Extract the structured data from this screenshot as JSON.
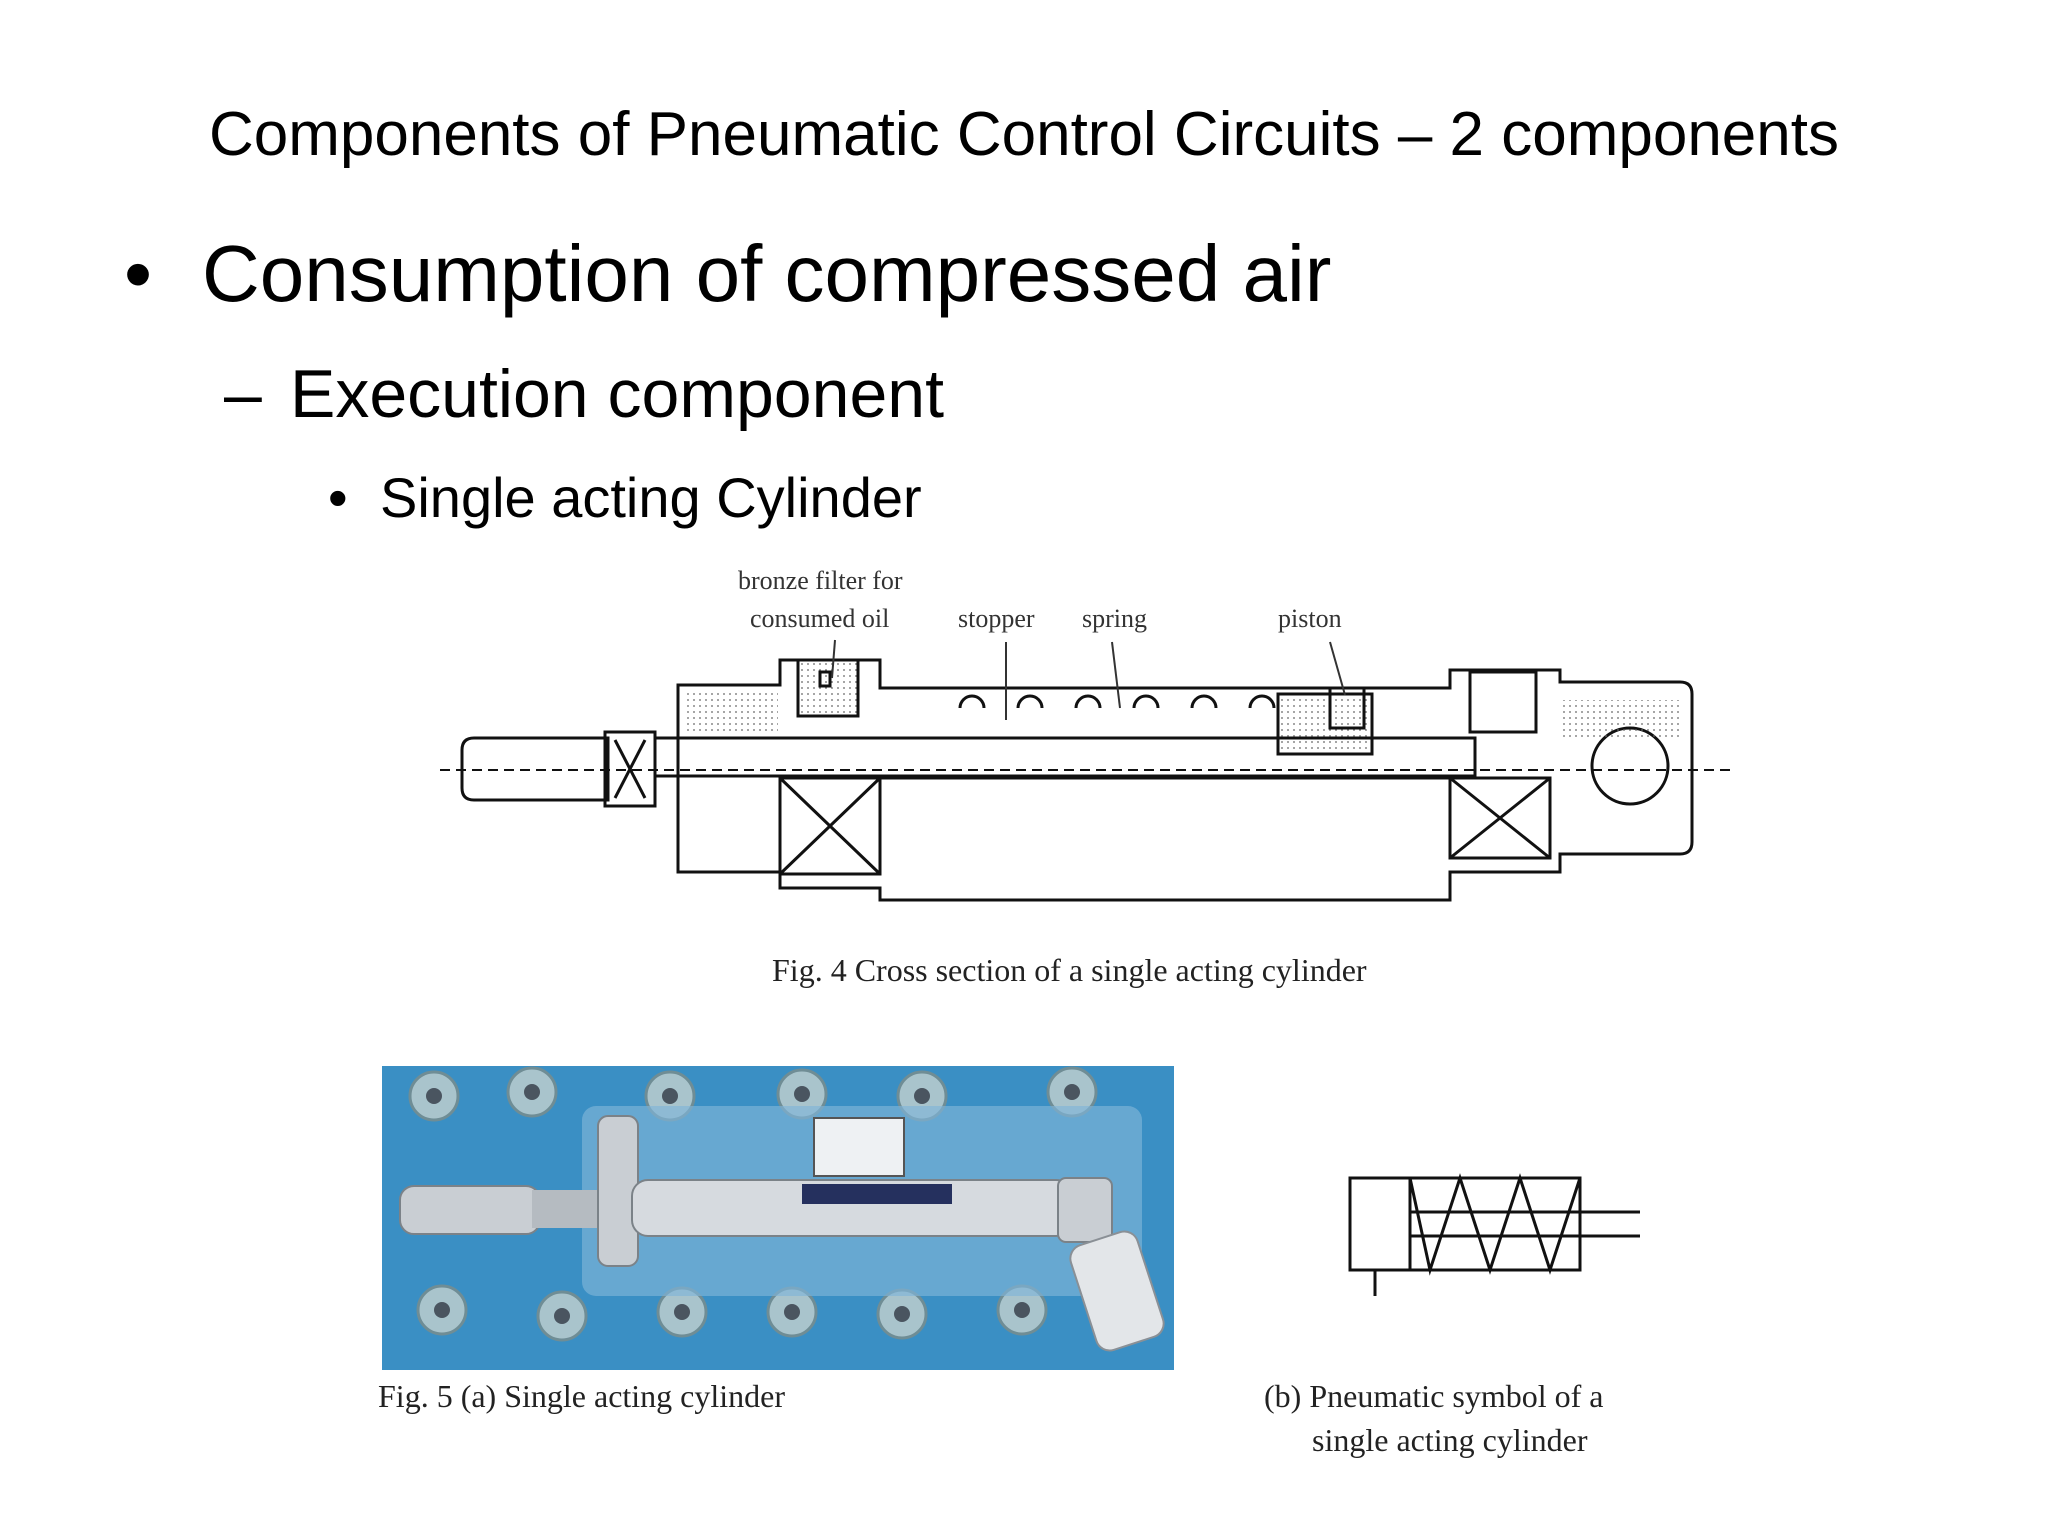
{
  "slide": {
    "title": "Components of Pneumatic Control Circuits – 2 components",
    "bullet_level1": "Consumption of compressed air",
    "bullet_level2": "Execution component",
    "bullet_level3": "Single acting Cylinder",
    "bullet_symbol": "•",
    "dash_symbol": "–"
  },
  "figure4": {
    "labels": {
      "filter_line1": "bronze filter for",
      "filter_line2": "consumed oil",
      "stopper": "stopper",
      "spring": "spring",
      "piston": "piston"
    },
    "caption": "Fig. 4 Cross section of a single acting cylinder"
  },
  "figure5": {
    "caption_a": "Fig. 5 (a) Single acting cylinder",
    "caption_b_line1": "(b) Pneumatic symbol of a",
    "caption_b_line2": "single acting cylinder"
  },
  "colors": {
    "photo_background": "#3a8fc4",
    "cylinder_metal": "#c9ced3"
  }
}
